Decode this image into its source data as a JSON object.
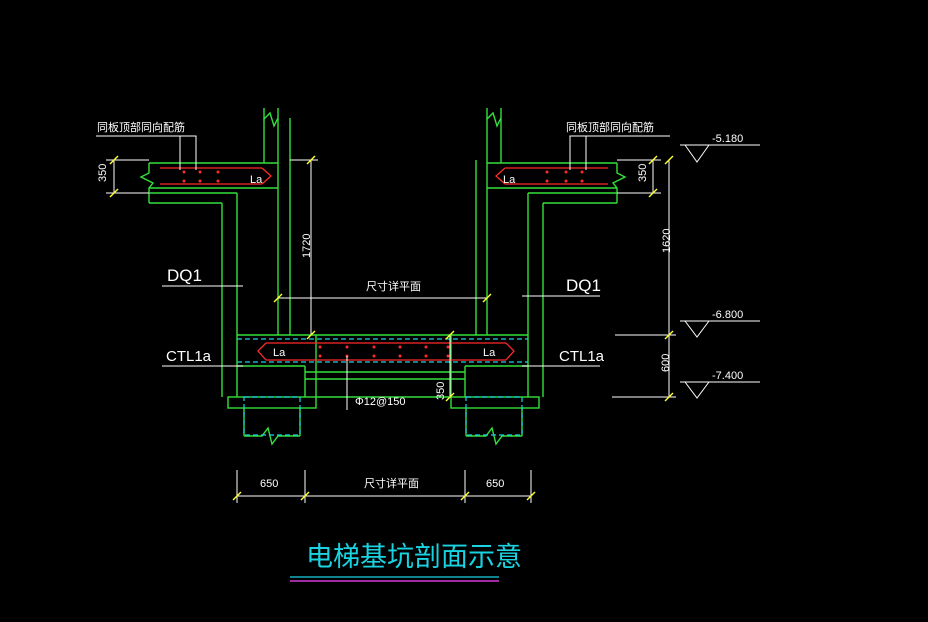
{
  "labels": {
    "slab_note_left": "同板顶部同向配筋",
    "slab_note_right": "同板顶部同向配筋",
    "la": "La",
    "dq1": "DQ1",
    "ctl1a": "CTL1a",
    "rebar": "Φ12@150",
    "per_plan": "尺寸详平面"
  },
  "dimensions": {
    "slab_thickness": "350",
    "wall_height": "1720",
    "base_thickness": "350",
    "side_width": "650",
    "right_h1": "1620",
    "right_h2": "600"
  },
  "elevations": {
    "top": "-5.180",
    "mid": "-6.800",
    "bottom": "-7.400"
  },
  "title": "电梯基坑剖面示意",
  "colors": {
    "background": "#000000",
    "structure": "#33e03a",
    "rebar": "#ff2b2b",
    "dimension": "#ffffff",
    "dim_tick": "#ffff33",
    "hidden": "#19d3e0",
    "title": "#19d3e0",
    "underline": "#ff44ff"
  }
}
